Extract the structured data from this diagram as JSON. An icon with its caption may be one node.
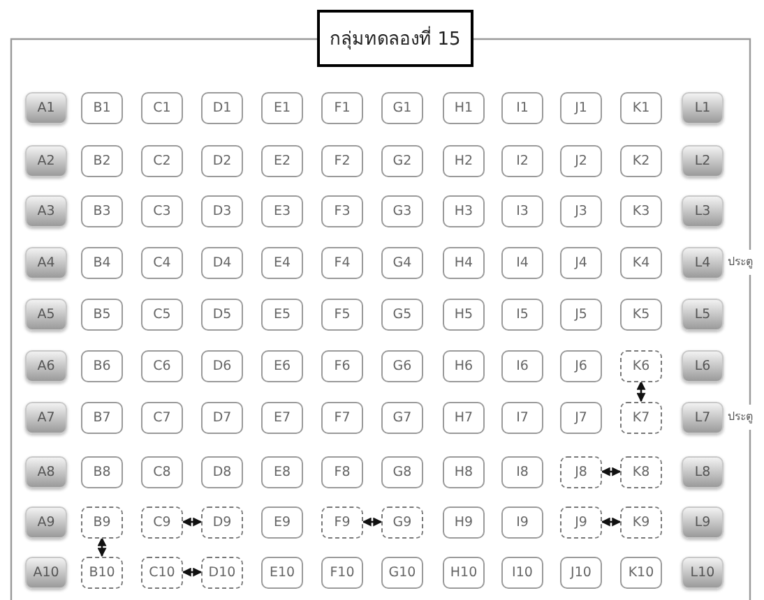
{
  "diagram": {
    "title": "กลุ่มทดลองที่ 15",
    "nodes": [
      {
        "text": [
          "A1"
        ]
      },
      {
        "text": [
          "B1"
        ]
      },
      {
        "text": [
          "C1"
        ]
      },
      {
        "text": [
          "D1"
        ]
      },
      {
        "text": [
          "E1"
        ]
      },
      {
        "text": [
          "F1"
        ]
      },
      {
        "text": [
          "G1"
        ]
      },
      {
        "text": [
          "H1"
        ]
      },
      {
        "text": [
          "I1"
        ]
      },
      {
        "text": [
          "J1"
        ]
      },
      {
        "text": [
          "K1"
        ]
      },
      {
        "text": [
          "L1"
        ]
      },
      {
        "text": [
          "A2"
        ]
      },
      {
        "text": [
          "B2"
        ]
      },
      {
        "text": [
          "C2"
        ]
      },
      {
        "text": [
          "D2"
        ]
      },
      {
        "text": [
          "E2"
        ]
      },
      {
        "text": [
          "F2"
        ]
      },
      {
        "text": [
          "G2"
        ]
      },
      {
        "text": [
          "H2"
        ]
      },
      {
        "text": [
          "I2"
        ]
      },
      {
        "text": [
          "J2"
        ]
      },
      {
        "text": [
          "K2"
        ]
      },
      {
        "text": [
          "L2"
        ]
      },
      {
        "text": [
          "A3"
        ]
      },
      {
        "text": [
          "B3"
        ]
      },
      {
        "text": [
          "C3"
        ]
      },
      {
        "text": [
          "D3"
        ]
      },
      {
        "text": [
          "E3"
        ]
      },
      {
        "text": [
          "F3"
        ]
      },
      {
        "text": [
          "G3"
        ]
      },
      {
        "text": [
          "H3"
        ]
      },
      {
        "text": [
          "I3"
        ]
      },
      {
        "text": [
          "J3"
        ]
      },
      {
        "text": [
          "K3"
        ]
      },
      {
        "text": [
          "L3"
        ]
      },
      {
        "text": [
          "A4"
        ]
      },
      {
        "text": [
          "B4"
        ]
      },
      {
        "text": [
          "C4"
        ]
      },
      {
        "text": [
          "D4"
        ]
      },
      {
        "text": [
          "E4"
        ]
      },
      {
        "text": [
          "F4"
        ]
      },
      {
        "text": [
          "G4"
        ]
      },
      {
        "text": [
          "H4"
        ]
      },
      {
        "text": [
          "I4"
        ]
      },
      {
        "text": [
          "J4"
        ]
      },
      {
        "text": [
          "K4"
        ]
      },
      {
        "text": [
          "L4"
        ],
        "beside": [
          "ประตู"
        ]
      },
      {
        "text": [
          "A5"
        ]
      },
      {
        "text": [
          "B5"
        ]
      },
      {
        "text": [
          "C5"
        ]
      },
      {
        "text": [
          "D5"
        ]
      },
      {
        "text": [
          "E5"
        ]
      },
      {
        "text": [
          "F5"
        ]
      },
      {
        "text": [
          "G5"
        ]
      },
      {
        "text": [
          "H5"
        ]
      },
      {
        "text": [
          "I5"
        ]
      },
      {
        "text": [
          "J5"
        ]
      },
      {
        "text": [
          "K5"
        ]
      },
      {
        "text": [
          "L5"
        ]
      },
      {
        "text": [
          "A6"
        ]
      },
      {
        "text": [
          "B6"
        ]
      },
      {
        "text": [
          "C6"
        ]
      },
      {
        "text": [
          "D6"
        ]
      },
      {
        "text": [
          "E6"
        ]
      },
      {
        "text": [
          "F6"
        ]
      },
      {
        "text": [
          "G6"
        ]
      },
      {
        "text": [
          "H6"
        ]
      },
      {
        "text": [
          "I6"
        ]
      },
      {
        "text": [
          "J6"
        ]
      },
      {
        "text": [
          "K6"
        ]
      },
      {
        "text": [
          "L6"
        ]
      },
      {
        "text": [
          "A7"
        ]
      },
      {
        "text": [
          "B7"
        ]
      },
      {
        "text": [
          "C7"
        ]
      },
      {
        "text": [
          "D7"
        ]
      },
      {
        "text": [
          "E7"
        ]
      },
      {
        "text": [
          "F7"
        ]
      },
      {
        "text": [
          "G7"
        ]
      },
      {
        "text": [
          "H7"
        ]
      },
      {
        "text": [
          "I7"
        ]
      },
      {
        "text": [
          "J7"
        ]
      },
      {
        "text": [
          "K7"
        ]
      },
      {
        "text": [
          "L7"
        ],
        "beside": [
          "ประตู"
        ]
      },
      {
        "text": [
          "A8"
        ]
      },
      {
        "text": [
          "B8"
        ]
      },
      {
        "text": [
          "C8"
        ]
      },
      {
        "text": [
          "D8"
        ]
      },
      {
        "text": [
          "E8"
        ]
      },
      {
        "text": [
          "F8"
        ]
      },
      {
        "text": [
          "G8"
        ]
      },
      {
        "text": [
          "H8"
        ]
      },
      {
        "text": [
          "I8"
        ]
      },
      {
        "text": [
          "J8"
        ]
      },
      {
        "text": [
          "K8"
        ]
      },
      {
        "text": [
          "L8"
        ]
      },
      {
        "text": [
          "A9"
        ]
      },
      {
        "text": [
          "B9"
        ]
      },
      {
        "text": [
          "C9"
        ]
      },
      {
        "text": [
          "D9"
        ]
      },
      {
        "text": [
          "E9"
        ]
      },
      {
        "text": [
          "F9"
        ]
      },
      {
        "text": [
          "G9"
        ]
      },
      {
        "text": [
          "H9"
        ]
      },
      {
        "text": [
          "I9"
        ]
      },
      {
        "text": [
          "J9"
        ]
      },
      {
        "text": [
          "K9"
        ]
      },
      {
        "text": [
          "L9"
        ]
      },
      {
        "text": [
          "A10"
        ]
      },
      {
        "text": [
          "B10"
        ]
      },
      {
        "text": [
          "C10"
        ]
      },
      {
        "text": [
          "D10"
        ]
      },
      {
        "text": [
          "E10"
        ]
      },
      {
        "text": [
          "F10"
        ]
      },
      {
        "text": [
          "G10"
        ]
      },
      {
        "text": [
          "H10"
        ]
      },
      {
        "text": [
          "I10"
        ]
      },
      {
        "text": [
          "J10"
        ]
      },
      {
        "text": [
          "K10"
        ]
      },
      {
        "text": [
          "L10"
        ]
      }
    ],
    "edges": [
      {
        "from": 70,
        "to": 82,
        "arrow": "both"
      },
      {
        "from": 93,
        "to": 94,
        "arrow": "both"
      },
      {
        "from": 98,
        "to": 99,
        "arrow": "both"
      },
      {
        "from": 97,
        "to": 109,
        "arrow": "both"
      },
      {
        "from": 101,
        "to": 102,
        "arrow": "both"
      },
      {
        "from": 105,
        "to": 106,
        "arrow": "both"
      },
      {
        "from": 110,
        "to": 111,
        "arrow": "both"
      }
    ]
  }
}
